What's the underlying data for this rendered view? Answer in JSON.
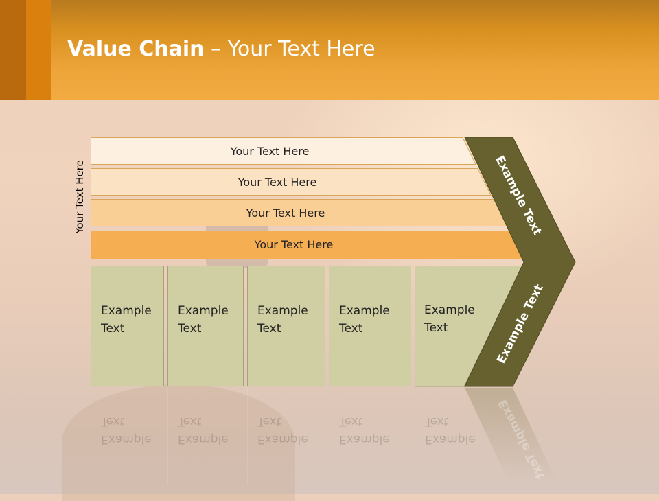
{
  "slide": {
    "title_bold": "Value Chain",
    "title_rest": " – Your Text Here",
    "side_label": "Your Text Here"
  },
  "support_rows": [
    {
      "label": "Your Text Here",
      "color": "#fdf0e0"
    },
    {
      "label": "Your Text Here",
      "color": "#fbe2c2"
    },
    {
      "label": "Your Text Here",
      "color": "#f9cf95"
    },
    {
      "label": "Your Text Here",
      "color": "#f5ae52"
    }
  ],
  "primary_activities": [
    "Example\nText",
    "Example\nText",
    "Example\nText",
    "Example\nText",
    "Example\nText"
  ],
  "margin": {
    "upper_label": "Example Text",
    "lower_label": "Example Text",
    "color": "#66612f"
  },
  "colors": {
    "header": "#eda53a",
    "activity_fill": "#d0cfa3"
  }
}
